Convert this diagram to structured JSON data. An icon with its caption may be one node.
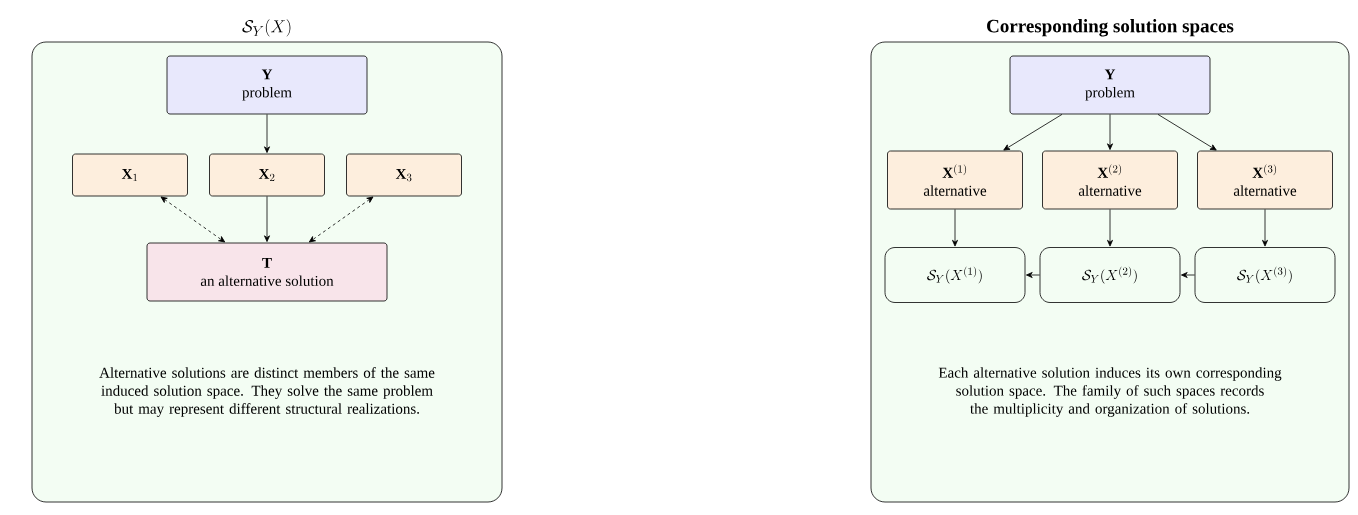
{
  "diagram": {
    "nodes": [
      {
        "text": [
          "\\mathcal{S}_Y(X)",
          "Alternative solutions are distinct members of the same induced solution space. They solve the same problem but may represent different structural realizations."
        ]
      },
      {
        "text": [
          "\\mathbf{Y}",
          "problem"
        ],
        "in": 0
      },
      {
        "text": [
          "\\mathbf{X}_1"
        ],
        "in": 0
      },
      {
        "text": [
          "\\mathbf{X}_2"
        ],
        "in": 0
      },
      {
        "text": [
          "\\mathbf{X}_3"
        ],
        "in": 0
      },
      {
        "text": [
          "\\mathbf{T}",
          "an alternative solution"
        ],
        "in": 0
      },
      {
        "text": [
          "Corresponding solution spaces",
          "Each alternative solution induces its own corresponding solution space. The family of such spaces records the multiplicity and organization of solutions."
        ]
      },
      {
        "text": [
          "\\mathbf{Y}",
          "problem"
        ],
        "in": 6
      },
      {
        "text": [
          "\\mathbf{X}^{(1)}",
          "alternative"
        ],
        "in": 6
      },
      {
        "text": [
          "\\mathbf{X}^{(2)}",
          "alternative"
        ],
        "in": 6
      },
      {
        "text": [
          "\\mathbf{X}^{(3)}",
          "alternative"
        ],
        "in": 6
      },
      {
        "text": [
          "\\mathcal{S}_Y(X^{(1)})"
        ],
        "in": 6
      },
      {
        "text": [
          "\\mathcal{S}_Y(X^{(2)})"
        ],
        "in": 6
      },
      {
        "text": [
          "\\mathcal{S}_Y(X^{(3)})"
        ],
        "in": 6
      }
    ],
    "edges": [
      {
        "from": 1,
        "to": 3,
        "arrow": "to"
      },
      {
        "from": 3,
        "to": 5,
        "arrow": "to"
      },
      {
        "from": 2,
        "to": 5,
        "arrow": "both",
        "style": "dashed"
      },
      {
        "from": 4,
        "to": 5,
        "arrow": "both",
        "style": "dashed"
      },
      {
        "from": 7,
        "to": 8,
        "arrow": "to"
      },
      {
        "from": 7,
        "to": 9,
        "arrow": "to"
      },
      {
        "from": 7,
        "to": 10,
        "arrow": "to"
      },
      {
        "from": 8,
        "to": 11,
        "arrow": "to"
      },
      {
        "from": 9,
        "to": 12,
        "arrow": "to"
      },
      {
        "from": 10,
        "to": 13,
        "arrow": "to"
      },
      {
        "from": 12,
        "to": 11,
        "arrow": "to"
      },
      {
        "from": 13,
        "to": 12,
        "arrow": "to"
      }
    ]
  }
}
